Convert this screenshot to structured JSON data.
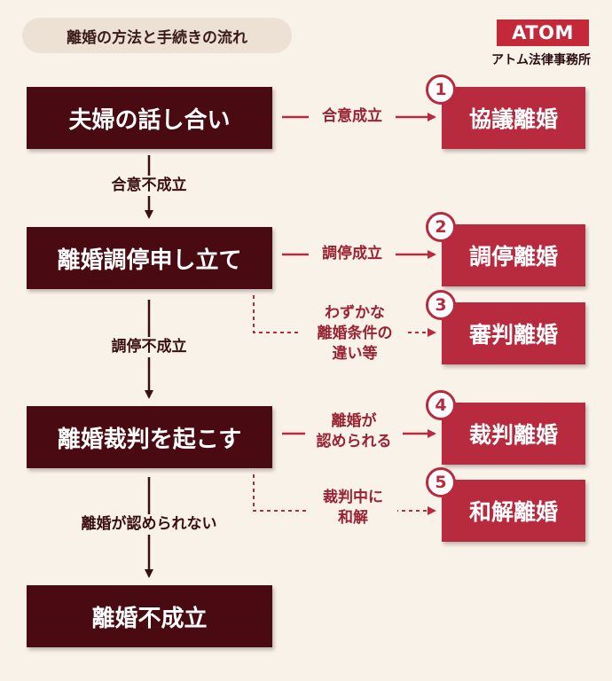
{
  "header": {
    "title": "離婚の方法と手続きの流れ",
    "logo": "ATOM",
    "logo_sub": "アトム法律事務所"
  },
  "steps": [
    {
      "label": "夫婦の話し合い"
    },
    {
      "label": "離婚調停申し立て"
    },
    {
      "label": "離婚裁判を起こす"
    },
    {
      "label": "離婚不成立"
    }
  ],
  "down_labels": [
    "合意不成立",
    "調停不成立",
    "離婚が認められない"
  ],
  "outcomes": [
    {
      "num": "1",
      "label": "協議離婚",
      "condition": "合意成立"
    },
    {
      "num": "2",
      "label": "調停離婚",
      "condition": "調停成立"
    },
    {
      "num": "3",
      "label": "審判離婚",
      "condition": "わずかな\n離婚条件の\n違い等"
    },
    {
      "num": "4",
      "label": "裁判離婚",
      "condition": "離婚が\n認められる"
    },
    {
      "num": "5",
      "label": "和解離婚",
      "condition": "裁判中に\n和解"
    }
  ],
  "colors": {
    "background": "#f9f2e8",
    "step_box": "#4a0a12",
    "outcome_box": "#b82a3e",
    "arrow_dark": "#3a0f12",
    "arrow_red": "#b82a3e"
  }
}
